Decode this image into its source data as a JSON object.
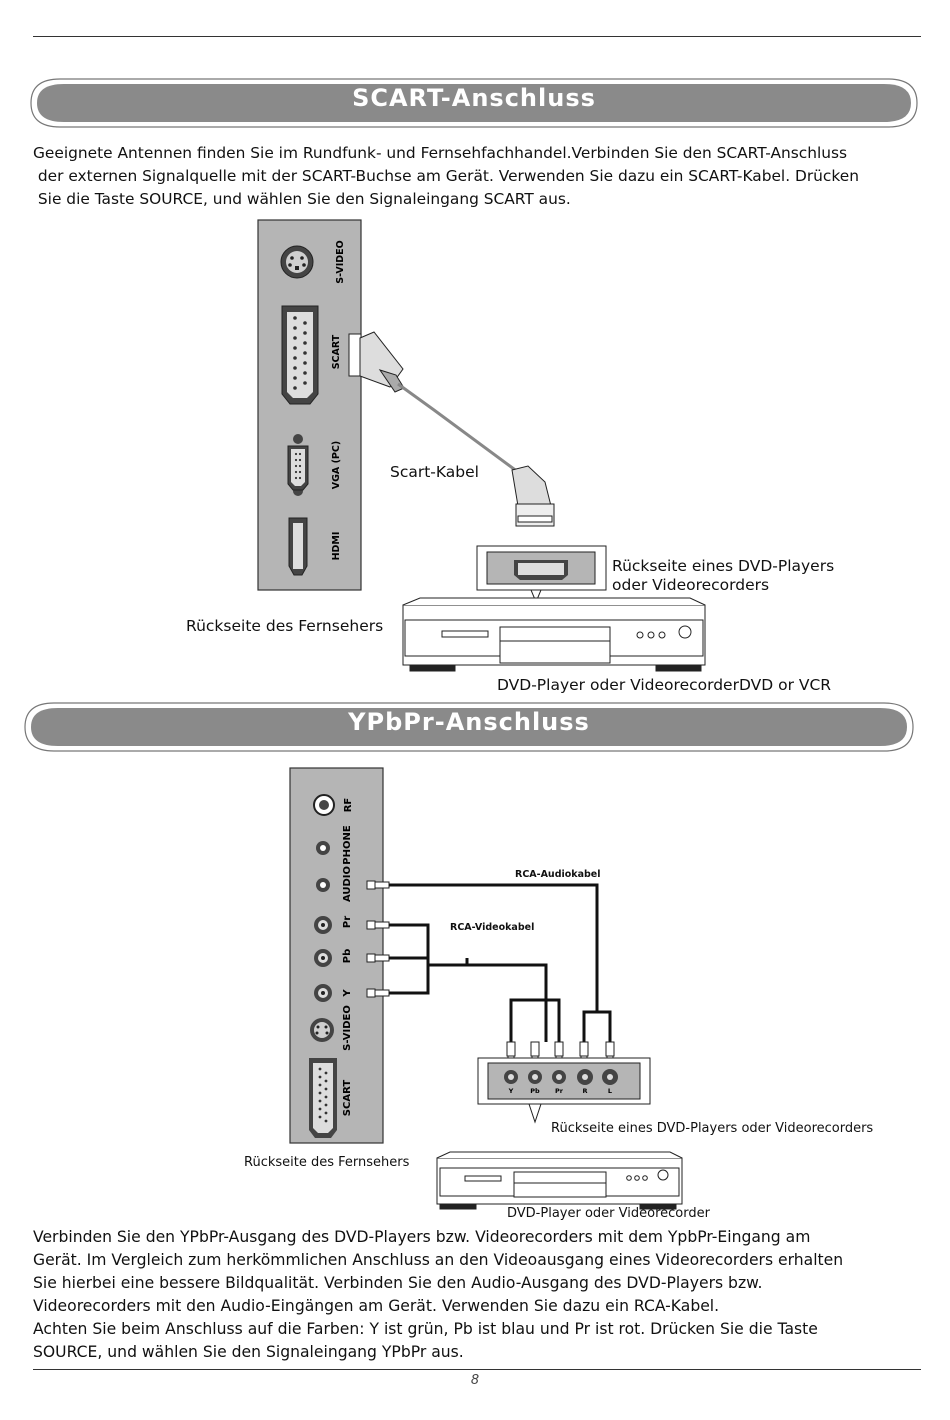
{
  "scart": {
    "title": "SCART-Anschluss",
    "paragraph_lines": [
      "Geeignete Antennen finden Sie im Rundfunk- und Fernsehfachhandel.Verbinden Sie den SCART-Anschluss",
      " der externen Signalquelle mit der SCART-Buchse am Gerät. Verwenden Sie dazu ein SCART-Kabel. Drücken",
      " Sie die Taste SOURCE, und wählen Sie den Signaleingang SCART aus."
    ],
    "tv_port_labels": [
      "S-VIDEO",
      "SCART",
      "VGA (PC)",
      "HDMI"
    ],
    "cable_label": "Scart-Kabel",
    "dvd_back_label_line1": "Rückseite eines DVD-Players",
    "dvd_back_label_line2": "oder Videorecorders",
    "tv_back_label": "Rückseite des Fernsehers",
    "dvd_caption": "DVD-Player oder VideorecorderDVD or VCR"
  },
  "ypbpr": {
    "title": "YPbPr-Anschluss",
    "tv_port_labels": [
      "RF",
      "PHONE",
      "AUDIO",
      "Pr",
      "Pb",
      "Y",
      "S-VIDEO",
      "SCART"
    ],
    "audio_cable_label": "RCA-Audiokabel",
    "video_cable_label": "RCA-Videokabel",
    "dvd_jack_labels": [
      "Y",
      "Pb",
      "Pr",
      "R",
      "L"
    ],
    "dvd_back_label": "Rückseite eines DVD-Players oder Videorecorders",
    "tv_back_label": "Rückseite des Fernsehers",
    "dvd_caption": "DVD-Player oder Videorecorder",
    "paragraph_lines": [
      "Verbinden Sie den YPbPr-Ausgang des DVD-Players bzw. Videorecorders mit dem YpbPr-Eingang am",
      "Gerät. Im Vergleich zum herkömmlichen Anschluss an den Videoausgang eines Videorecorders erhalten",
      "Sie hierbei eine bessere Bildqualität. Verbinden Sie den Audio-Ausgang des DVD-Players bzw.",
      "Videorecorders mit den Audio-Eingängen am Gerät. Verwenden Sie dazu ein RCA-Kabel.",
      "Achten Sie beim Anschluss auf die Farben: Y ist grün, Pb ist blau und Pr ist rot. Drücken Sie die Taste",
      "SOURCE, und wählen Sie den Signaleingang YPbPr aus."
    ]
  },
  "page_number": "8",
  "colors": {
    "banner_fill": "#8a8a8a",
    "panel_fill": "#b5b5b5",
    "text": "#111111"
  }
}
